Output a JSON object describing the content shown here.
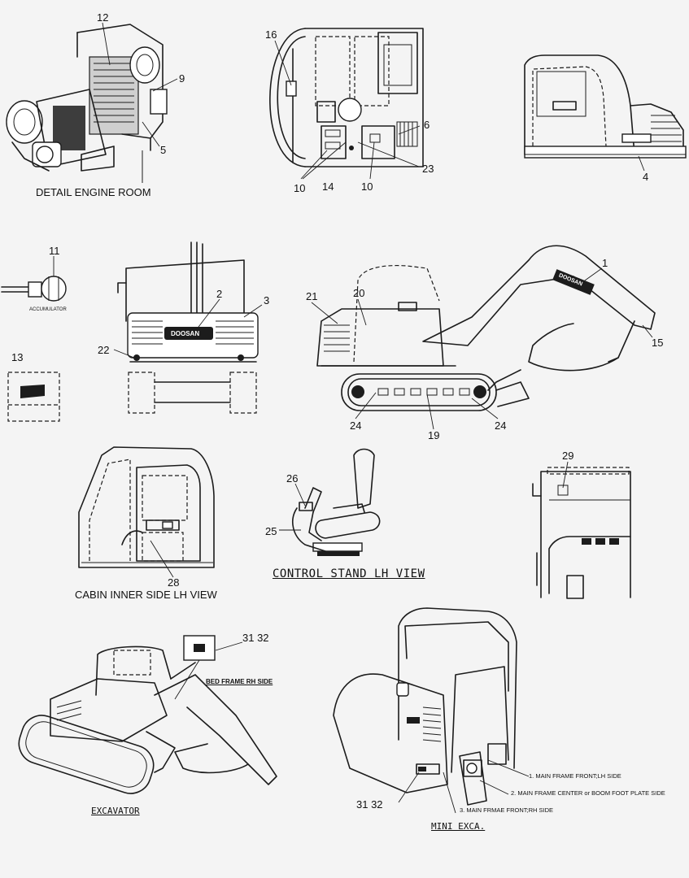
{
  "views": {
    "detail_engine_room": "DETAIL ENGINE ROOM",
    "cabin_inner_side": "CABIN INNER SIDE LH VIEW",
    "control_stand": "CONTROL STAND LH VIEW",
    "excavator": "EXCAVATOR",
    "mini_exca": "MINI EXCA.",
    "bed_frame": "BED FRAME RH SIDE",
    "accumulator": "ACCUMULATOR"
  },
  "brand": "DOOSAN",
  "decal_locations": [
    "1. MAIN FRAME FRONT;LH SIDE",
    "2. MAIN FRAME CENTER or BOOM FOOT PLATE SIDE",
    "3. MAIN FRMAE FRONT;RH SIDE"
  ],
  "callouts": {
    "c12": "12",
    "c9": "9",
    "c5": "5",
    "c16": "16",
    "c6": "6",
    "c23": "23",
    "c10a": "10",
    "c14": "14",
    "c10b": "10",
    "c4": "4",
    "c11": "11",
    "c13": "13",
    "c2": "2",
    "c3": "3",
    "c22": "22",
    "c1": "1",
    "c21": "21",
    "c20": "20",
    "c15": "15",
    "c24a": "24",
    "c19": "19",
    "c24b": "24",
    "c26": "26",
    "c25": "25",
    "c29": "29",
    "c28": "28",
    "c3132a": "31 32",
    "c3132b": "31 32"
  }
}
